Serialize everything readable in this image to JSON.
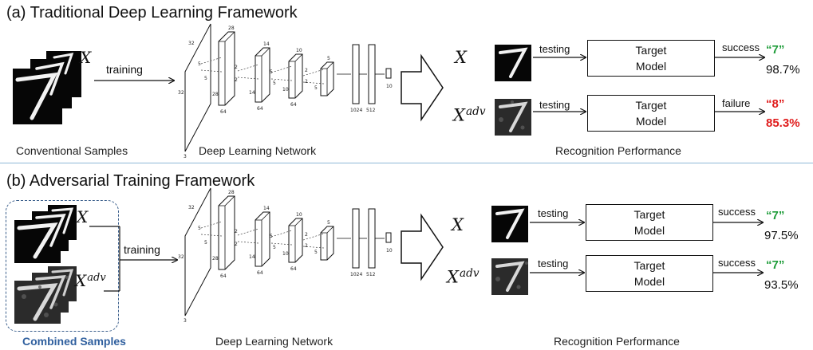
{
  "colors": {
    "success_digit": "#1f9d3a",
    "failure_digit": "#e01b1b",
    "failure_score": "#e01b1b",
    "combined_label": "#2f5f9e",
    "divider": "#8fb8d6"
  },
  "section_a": {
    "title": "(a) Traditional Deep Learning Framework",
    "input_label": "X",
    "training_label": "training",
    "captions": {
      "samples": "Conventional Samples",
      "network": "Deep Learning Network",
      "performance": "Recognition Performance"
    },
    "rows": [
      {
        "input_base": "X",
        "input_sup": "",
        "edge": "testing",
        "model": [
          "Target",
          "Model"
        ],
        "result": "success",
        "digit": "“7”",
        "digit_status": "success",
        "score": "98.7%",
        "score_highlight": false
      },
      {
        "input_base": "X",
        "input_sup": "adv",
        "edge": "testing",
        "model": [
          "Target",
          "Model"
        ],
        "result": "failure",
        "digit": "“8”",
        "digit_status": "failure",
        "score": "85.3%",
        "score_highlight": true
      }
    ]
  },
  "section_b": {
    "title": "(b) Adversarial Training Framework",
    "input_clean": "X",
    "input_adv_base": "X",
    "input_adv_sup": "adv",
    "training_label": "training",
    "captions": {
      "samples": "Combined Samples",
      "network": "Deep Learning Network",
      "performance": "Recognition Performance"
    },
    "rows": [
      {
        "input_base": "X",
        "input_sup": "",
        "edge": "testing",
        "model": [
          "Target",
          "Model"
        ],
        "result": "success",
        "digit": "“7”",
        "digit_status": "success",
        "score": "97.5%",
        "score_highlight": false
      },
      {
        "input_base": "X",
        "input_sup": "adv",
        "edge": "testing",
        "model": [
          "Target",
          "Model"
        ],
        "result": "success",
        "digit": "“7”",
        "digit_status": "success",
        "score": "93.5%",
        "score_highlight": false
      }
    ]
  },
  "network": {
    "dims": [
      "32",
      "32",
      "3",
      "5",
      "5",
      "28",
      "28",
      "64",
      "2",
      "2",
      "14",
      "14",
      "5",
      "5",
      "64",
      "10",
      "10",
      "2",
      "2",
      "64",
      "5",
      "5",
      "1024",
      "512",
      "10"
    ]
  }
}
